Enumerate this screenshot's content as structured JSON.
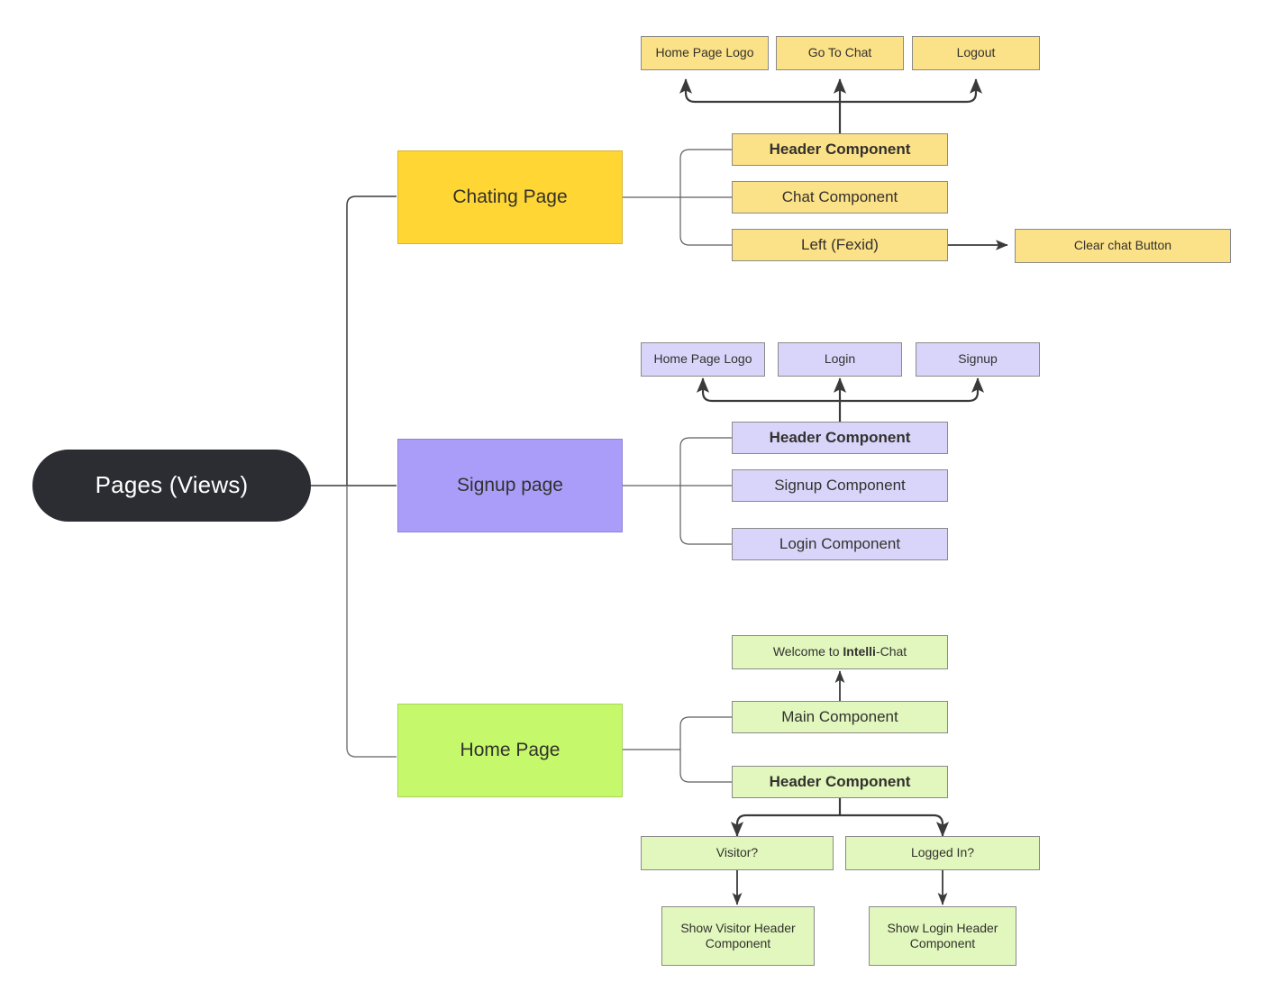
{
  "diagram": {
    "type": "tree-flowchart",
    "root": {
      "label": "Pages (Views)"
    },
    "branches": [
      {
        "id": "chating-page",
        "label": "Chating Page",
        "color": "#ffd633",
        "component_color": "#fbe187",
        "components": [
          {
            "id": "chat-header-component",
            "label": "Header Component",
            "bold": true
          },
          {
            "id": "chat-component",
            "label": "Chat Component",
            "bold": false
          },
          {
            "id": "left-fexid",
            "label": "Left (Fexid)",
            "bold": false
          }
        ],
        "header_items": [
          {
            "id": "chat-home-page-logo",
            "label": "Home Page Logo"
          },
          {
            "id": "go-to-chat",
            "label": "Go To Chat"
          },
          {
            "id": "logout",
            "label": "Logout"
          }
        ],
        "side_items": [
          {
            "id": "clear-chat-button",
            "label": "Clear chat Button"
          }
        ]
      },
      {
        "id": "signup-page",
        "label": "Signup page",
        "color": "#a99df9",
        "component_color": "#d9d5fa",
        "components": [
          {
            "id": "signup-header-component",
            "label": "Header Component",
            "bold": true
          },
          {
            "id": "signup-component",
            "label": "Signup Component",
            "bold": false
          },
          {
            "id": "login-component",
            "label": "Login Component",
            "bold": false
          }
        ],
        "header_items": [
          {
            "id": "signup-home-page-logo",
            "label": "Home Page Logo"
          },
          {
            "id": "login",
            "label": "Login"
          },
          {
            "id": "signup",
            "label": "Signup"
          }
        ]
      },
      {
        "id": "home-page",
        "label": "Home Page",
        "color": "#c5f96b",
        "component_color": "#e1f7bd",
        "components": [
          {
            "id": "main-component",
            "label": "Main Component",
            "bold": false
          },
          {
            "id": "home-header-component",
            "label": "Header Component",
            "bold": true
          }
        ],
        "main_output": {
          "id": "welcome-banner",
          "label_prefix": "Welcome to ",
          "label_bold": "Intelli",
          "label_suffix": "-Chat"
        },
        "conditions": [
          {
            "id": "visitor-condition",
            "label": "Visitor?",
            "result": {
              "id": "show-visitor-header-component",
              "line1": "Show Visitor Header",
              "line2": "Component"
            }
          },
          {
            "id": "logged-in-condition",
            "label": "Logged In?",
            "result": {
              "id": "show-login-header-component",
              "line1": "Show Login Header",
              "line2": "Component"
            }
          }
        ]
      }
    ],
    "colors": {
      "background": "#ffffff",
      "root_fill": "#2b2d33",
      "root_text": "#ffffff",
      "text": "#33312e",
      "connector": "#3a3a3a",
      "thin_connector": "#6e6e6e",
      "border": "#8a8a8a"
    }
  }
}
